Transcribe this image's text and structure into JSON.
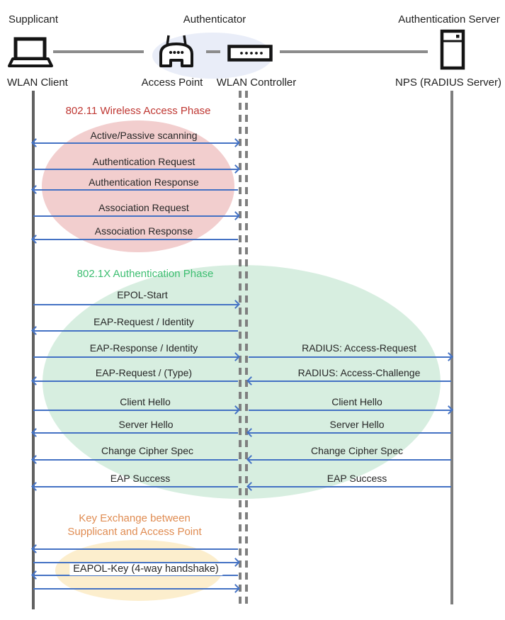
{
  "diagram": {
    "roles": {
      "supplicant": "Supplicant",
      "authenticator": "Authenticator",
      "auth_server": "Authentication Server"
    },
    "nodes": {
      "wlan_client": "WLAN Client",
      "access_point": "Access Point",
      "wlan_controller": "WLAN Controller",
      "nps": "NPS (RADIUS Server)"
    },
    "phases": {
      "phase1": {
        "title": "802.11 Wireless Access Phase",
        "title_color": "#bf3732",
        "fill": "#f2cece"
      },
      "phase2": {
        "title": "802.1X Authentication Phase",
        "title_color": "#3dbe71",
        "fill": "#d7eee0"
      },
      "phase3": {
        "title_line1": "Key Exchange between",
        "title_line2": "Supplicant and Access Point",
        "title_color": "#e08c52",
        "fill": "#fceecd"
      }
    },
    "messages": {
      "left": [
        {
          "label": "Active/Passive scanning",
          "direction": "both"
        },
        {
          "label": "Authentication Request",
          "direction": "right"
        },
        {
          "label": "Authentication Response",
          "direction": "left"
        },
        {
          "label": "Association Request",
          "direction": "right"
        },
        {
          "label": "Association Response",
          "direction": "left"
        },
        {
          "label": "EPOL-Start",
          "direction": "right"
        },
        {
          "label": "EAP-Request / Identity",
          "direction": "left"
        },
        {
          "label": "EAP-Response / Identity",
          "direction": "right"
        },
        {
          "label": "EAP-Request / (Type)",
          "direction": "left"
        },
        {
          "label": "Client Hello",
          "direction": "right"
        },
        {
          "label": "Server Hello",
          "direction": "left"
        },
        {
          "label": "Change Cipher Spec",
          "direction": "left"
        },
        {
          "label": "EAP Success",
          "direction": "left"
        }
      ],
      "right": [
        {
          "label": "RADIUS: Access-Request",
          "direction": "right"
        },
        {
          "label": "RADIUS: Access-Challenge",
          "direction": "left"
        },
        {
          "label": "Client Hello",
          "direction": "right"
        },
        {
          "label": "Server Hello",
          "direction": "left"
        },
        {
          "label": "Change Cipher Spec",
          "direction": "left"
        },
        {
          "label": "EAP Success",
          "direction": "left"
        }
      ],
      "key_exchange": {
        "label": "EAPOL-Key (4-way handshake)",
        "arrows": [
          {
            "direction": "left"
          },
          {
            "direction": "right"
          },
          {
            "direction": "left"
          },
          {
            "direction": "right"
          }
        ]
      }
    },
    "colors": {
      "arrow": "#4472c4",
      "lifeline_left": "#616161",
      "lifeline_gray": "#7f7f7f",
      "authenticator_ellipse": "#e9edf8"
    }
  }
}
